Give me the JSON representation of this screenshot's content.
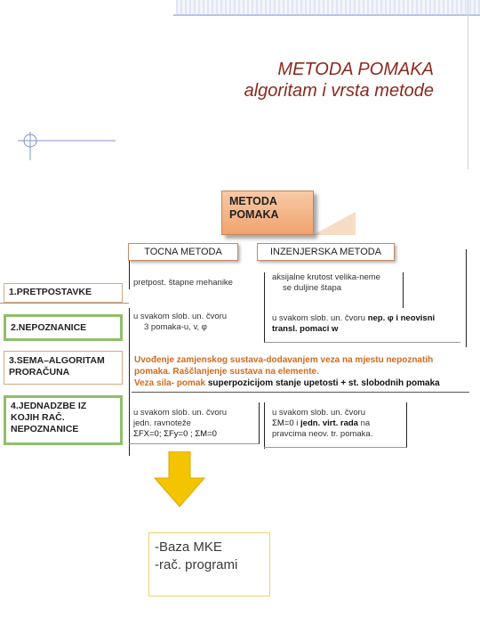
{
  "slide": {
    "title_line1": "METODA POMAKA",
    "title_line2": "algoritam i vrsta metode"
  },
  "diagram": {
    "main_box": [
      "METODA",
      "POMAKA"
    ],
    "col_exact": "TOCNA METODA",
    "col_engineering": "INZENJERSKA METODA",
    "rows": [
      {
        "label": "1.PRETPOSTAVKE"
      },
      {
        "label": "2.NEPOZNANICE"
      },
      {
        "label_line1": "3.SEMA–ALGORITAM",
        "label_line2": "PRORAČUNA"
      },
      {
        "label_line1": "4.JEDNADZBE IZ",
        "label_line2": "KOJIH RAČ.",
        "label_line3": "NEPOZNANICE"
      }
    ],
    "exact_cells": {
      "r1": "pretpost. štapne mehanike",
      "r2_line1": "u svakom slob. un. čvoru",
      "r2_line2": "3 pomaka-u, v, φ",
      "r4_line1": "u svakom slob. un. čvoru",
      "r4_line2": "jedn. ravnoteže",
      "r4_line3": "ΣFX=0; ΣFy=0 ; ΣM=0"
    },
    "eng_cells": {
      "r1_line1": "aksijalne krutost velika-neme",
      "r1_line2": "se duljine štapa",
      "r2_line1": "u svakom slob. un. čvoru",
      "r2_bold1": "nep.",
      "r2_bold2": "φ i neovisni",
      "r2_line2": "transl. pomaci w",
      "r4_line1": "u svakom slob. un. čvoru",
      "r4_line2a": "ΣM=0",
      "r4_line2b": " i ",
      "r4_line2c": "jedn. virt. rada",
      "r4_line2d": " na",
      "r4_line3": "pravcima neov. tr. pomaka."
    },
    "algorithm": {
      "line1": "Uvođenje zamjenskog sustava-dodavanjem veza na mjestu nepoznatih",
      "line2": "pomaka. Raščlanjenje sustava na elemente.",
      "line3a": "Veza sila- pomak",
      "line3b": "superpozicijom",
      "line3c": "stanje upetosti + st. slobodnih pomaka"
    },
    "result_box": {
      "line1": "-Baza MKE",
      "line2": "-rač. programi"
    }
  },
  "colors": {
    "title": "#8a2a1e",
    "accent_orange": "#d36a1c",
    "green_border": "#8fbf6a",
    "arrow_yellow": "#f5c400",
    "header_fill": "#f1a36f"
  }
}
